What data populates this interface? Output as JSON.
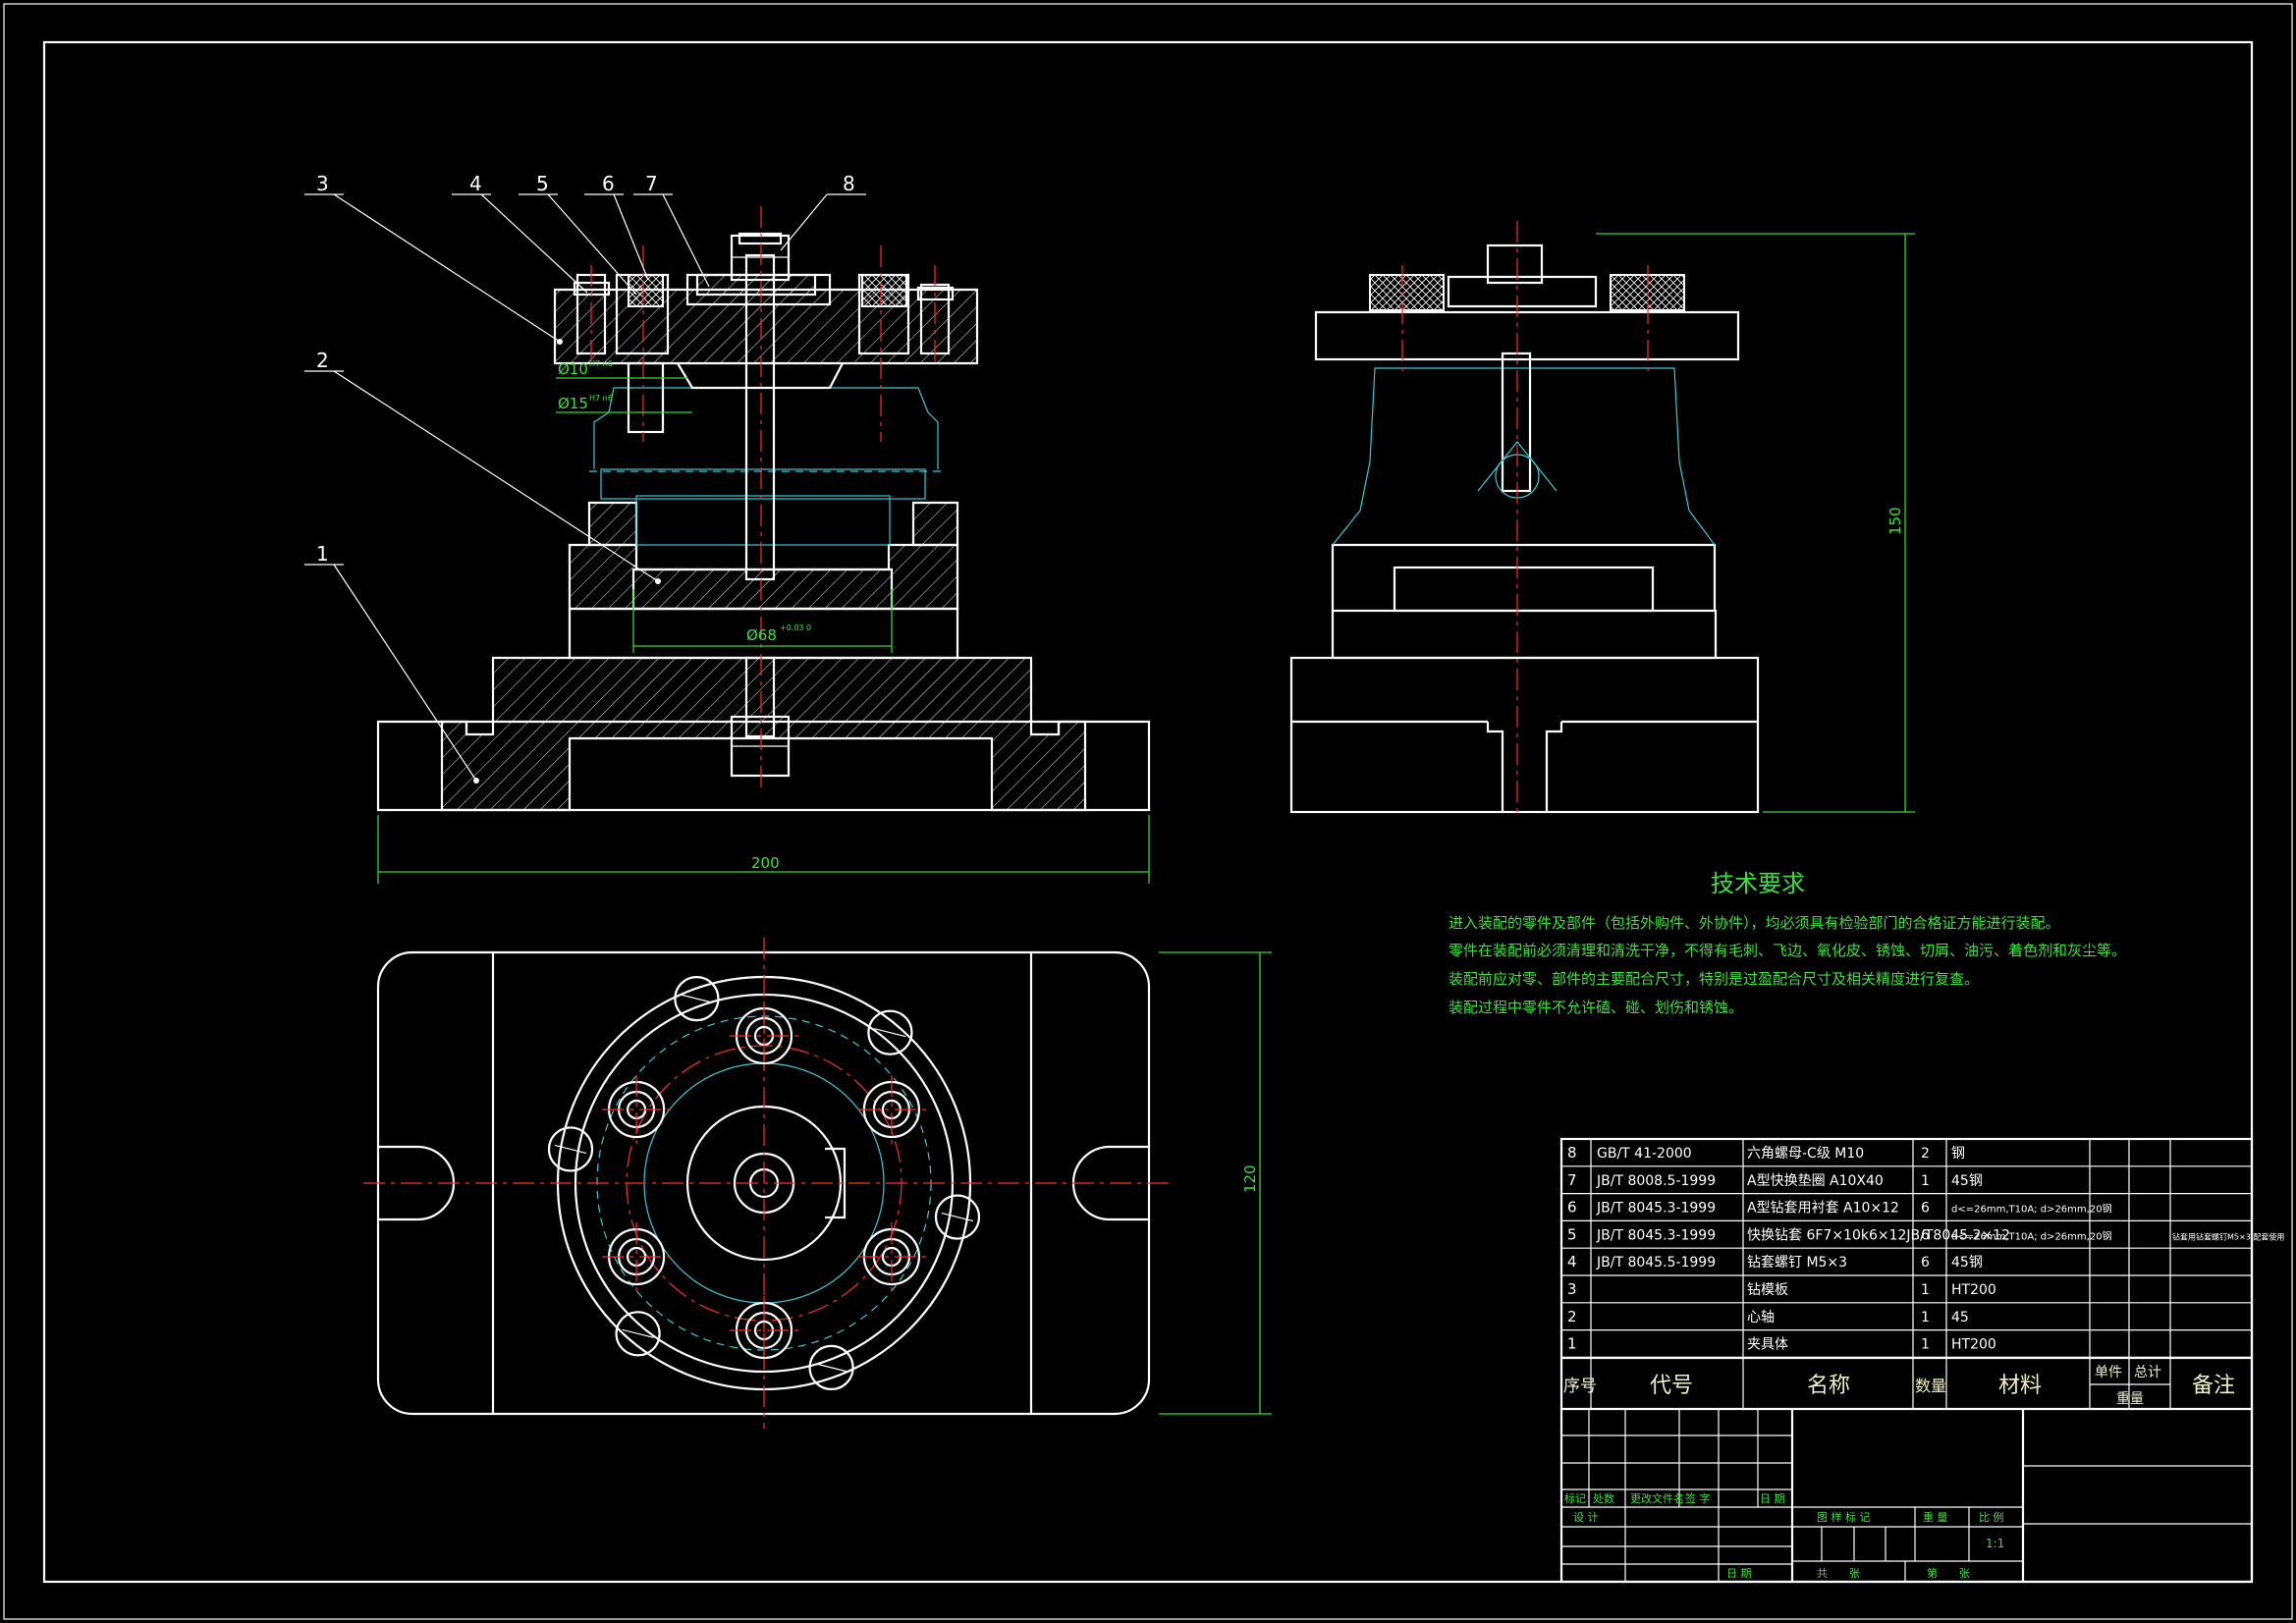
{
  "balloons": [
    "1",
    "2",
    "3",
    "4",
    "5",
    "6",
    "7",
    "8"
  ],
  "dimensions": {
    "overall_width": "200",
    "overall_height": "150",
    "plan_height": "120",
    "bore_diameter": "Ø68",
    "bore_tol": "+0.03 0",
    "fit_upper": "Ø10",
    "fit_upper_tol": "H7 n6",
    "fit_lower": "Ø15",
    "fit_lower_tol": "H7 n6"
  },
  "tech_requirements": {
    "title": "技术要求",
    "lines": [
      "进入装配的零件及部件（包括外购件、外协件），均必须具有检验部门的合格证方能进行装配。",
      "零件在装配前必须清理和清洗干净，不得有毛刺、飞边、氧化皮、锈蚀、切屑、油污、着色剂和灰尘等。",
      "装配前应对零、部件的主要配合尺寸，特别是过盈配合尺寸及相关精度进行复查。",
      "装配过程中零件不允许磕、碰、划伤和锈蚀。"
    ]
  },
  "bom": {
    "rows": [
      {
        "no": "8",
        "code": "GB/T 41-2000",
        "name": "六角螺母-C级 M10",
        "qty": "2",
        "material": "钢",
        "note": ""
      },
      {
        "no": "7",
        "code": "JB/T 8008.5-1999",
        "name": "A型快换垫圈 A10X40",
        "qty": "1",
        "material": "45钢",
        "note": ""
      },
      {
        "no": "6",
        "code": "JB/T 8045.3-1999",
        "name": "A型钻套用衬套 A10×12",
        "qty": "6",
        "material": "d<=26mm,T10A; d>26mm,20钢",
        "note": ""
      },
      {
        "no": "5",
        "code": "JB/T 8045.3-1999",
        "name": "快换钻套 6F7×10k6×12JB/T8045.2×12",
        "qty": "6",
        "material": "d<=26mm,T10A; d>26mm,20钢",
        "note": "钻套用钻套螺钉M5×3 配套使用"
      },
      {
        "no": "4",
        "code": "JB/T 8045.5-1999",
        "name": "钻套螺钉 M5×3",
        "qty": "6",
        "material": "45钢",
        "note": ""
      },
      {
        "no": "3",
        "code": "",
        "name": "钻模板",
        "qty": "1",
        "material": "HT200",
        "note": ""
      },
      {
        "no": "2",
        "code": "",
        "name": "心轴",
        "qty": "1",
        "material": "45",
        "note": ""
      },
      {
        "no": "1",
        "code": "",
        "name": "夹具体",
        "qty": "1",
        "material": "HT200",
        "note": ""
      }
    ],
    "headers": {
      "no": "序号",
      "code": "代号",
      "name": "名称",
      "qty": "数量",
      "material": "材料",
      "unit": "单件",
      "total": "总计",
      "weight": "重量",
      "note": "备注"
    }
  },
  "title_block": {
    "rev_labels": [
      "标记",
      "处数",
      "更改文件名",
      "签 字",
      "日 期"
    ],
    "design": "设 计",
    "date": "日 期",
    "stage_mark": "图 样 标 记",
    "weight": "重 量",
    "scale_label": "比 例",
    "scale": "1:1",
    "sheets": "共　　张",
    "sheet": "第　　张"
  }
}
